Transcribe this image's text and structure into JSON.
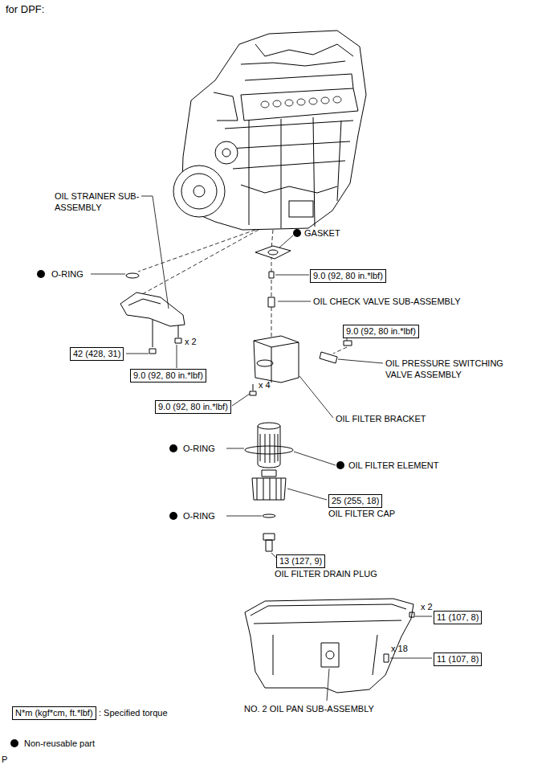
{
  "diagram": {
    "title": "for DPF:",
    "nodes": [
      {
        "text": [
          "9.0 (92, 80 in.*lbf)"
        ]
      },
      {
        "text": [
          "42 (428, 31)"
        ]
      },
      {
        "text": [
          "9.0 (92, 80 in.*lbf)"
        ]
      },
      {
        "text": [
          "9.0 (92, 80 in.*lbf)"
        ]
      },
      {
        "text": [
          "9.0 (92, 80 in.*lbf)"
        ]
      },
      {
        "text": [
          "25 (255, 18)"
        ]
      },
      {
        "text": [
          "13 (127, 9)"
        ]
      },
      {
        "text": [
          "11 (107, 8)"
        ]
      },
      {
        "text": [
          "11 (107, 8)"
        ]
      },
      {
        "text": [
          "N*m (kgf*cm, ft.*lbf)"
        ]
      }
    ],
    "labels": [
      "OIL STRAINER SUB-ASSEMBLY",
      "GASKET",
      "O-RING",
      "OIL CHECK VALVE SUB-ASSEMBLY",
      "x 2",
      "OIL PRESSURE SWITCHING VALVE ASSEMBLY",
      "x 4",
      "OIL FILTER BRACKET",
      "O-RING",
      "OIL FILTER ELEMENT",
      "OIL FILTER CAP",
      "O-RING",
      "OIL FILTER DRAIN PLUG",
      "x 2",
      "x 18",
      "NO. 2 OIL PAN SUB-ASSEMBLY",
      "P"
    ],
    "legend": [
      {
        "text": ": Specified torque"
      },
      {
        "text": "Non-reusable part"
      }
    ]
  }
}
